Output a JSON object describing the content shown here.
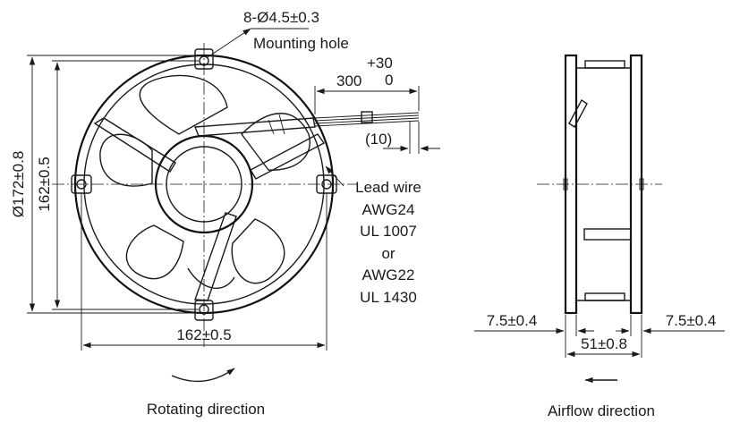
{
  "front_view": {
    "mounting_hole_spec": "8-Ø4.5±0.3",
    "mounting_hole_label": "Mounting hole",
    "outer_diameter": "Ø172±0.8",
    "vertical_pitch": "162±0.5",
    "horizontal_pitch": "162±0.5",
    "lead_length": "300",
    "lead_tol_plus": "+30",
    "lead_tol_minus": "0",
    "strip_length": "(10)",
    "lead_wire_lines": [
      "Lead wire",
      "AWG24",
      "UL 1007",
      "or",
      "AWG22",
      "UL 1430"
    ],
    "rotating_direction": "Rotating direction"
  },
  "side_view": {
    "flange_left": "7.5±0.4",
    "flange_right": "7.5±0.4",
    "depth": "51±0.8",
    "airflow_direction": "Airflow direction"
  }
}
